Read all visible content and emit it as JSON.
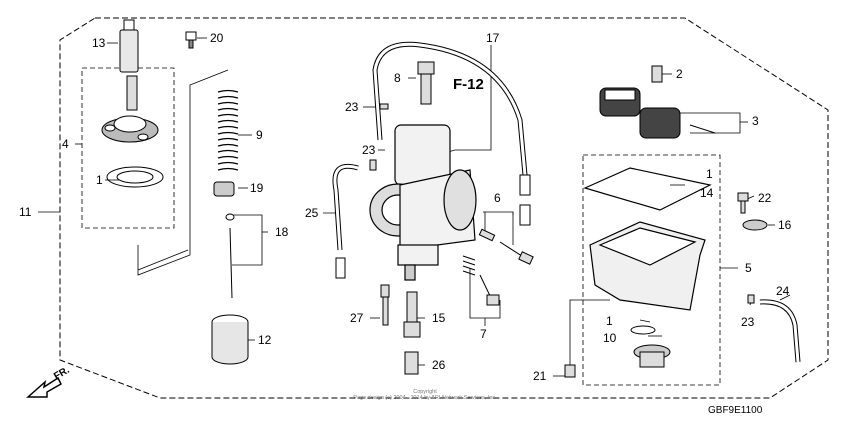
{
  "parts": [
    {
      "id": "part-1-upper",
      "num": "1"
    },
    {
      "id": "part-1-float",
      "num": "1"
    },
    {
      "id": "part-1-drain",
      "num": "1"
    },
    {
      "id": "part-2",
      "num": "2"
    },
    {
      "id": "part-3",
      "num": "3"
    },
    {
      "id": "part-4",
      "num": "4"
    },
    {
      "id": "part-5",
      "num": "5"
    },
    {
      "id": "part-6",
      "num": "6"
    },
    {
      "id": "part-7",
      "num": "7"
    },
    {
      "id": "part-8",
      "num": "8"
    },
    {
      "id": "part-9",
      "num": "9"
    },
    {
      "id": "part-10",
      "num": "10"
    },
    {
      "id": "part-11",
      "num": "11"
    },
    {
      "id": "part-12",
      "num": "12"
    },
    {
      "id": "part-13",
      "num": "13"
    },
    {
      "id": "part-14",
      "num": "14"
    },
    {
      "id": "part-15",
      "num": "15"
    },
    {
      "id": "part-16",
      "num": "16"
    },
    {
      "id": "part-17",
      "num": "17"
    },
    {
      "id": "part-18",
      "num": "18"
    },
    {
      "id": "part-19",
      "num": "19"
    },
    {
      "id": "part-20",
      "num": "20"
    },
    {
      "id": "part-21",
      "num": "21"
    },
    {
      "id": "part-22",
      "num": "22"
    },
    {
      "id": "part-23-top",
      "num": "23"
    },
    {
      "id": "part-23-mid",
      "num": "23"
    },
    {
      "id": "part-23-right",
      "num": "23"
    },
    {
      "id": "part-24",
      "num": "24"
    },
    {
      "id": "part-25",
      "num": "25"
    },
    {
      "id": "part-26",
      "num": "26"
    },
    {
      "id": "part-27",
      "num": "27"
    }
  ],
  "section_ref": "F-12",
  "diagram_code": "GBF9E1100",
  "front_label": "FR.",
  "copyright": {
    "line1": "Copyright",
    "line2": "Page design (c) 2004 - 2014 by ARI Network Services, Inc."
  }
}
